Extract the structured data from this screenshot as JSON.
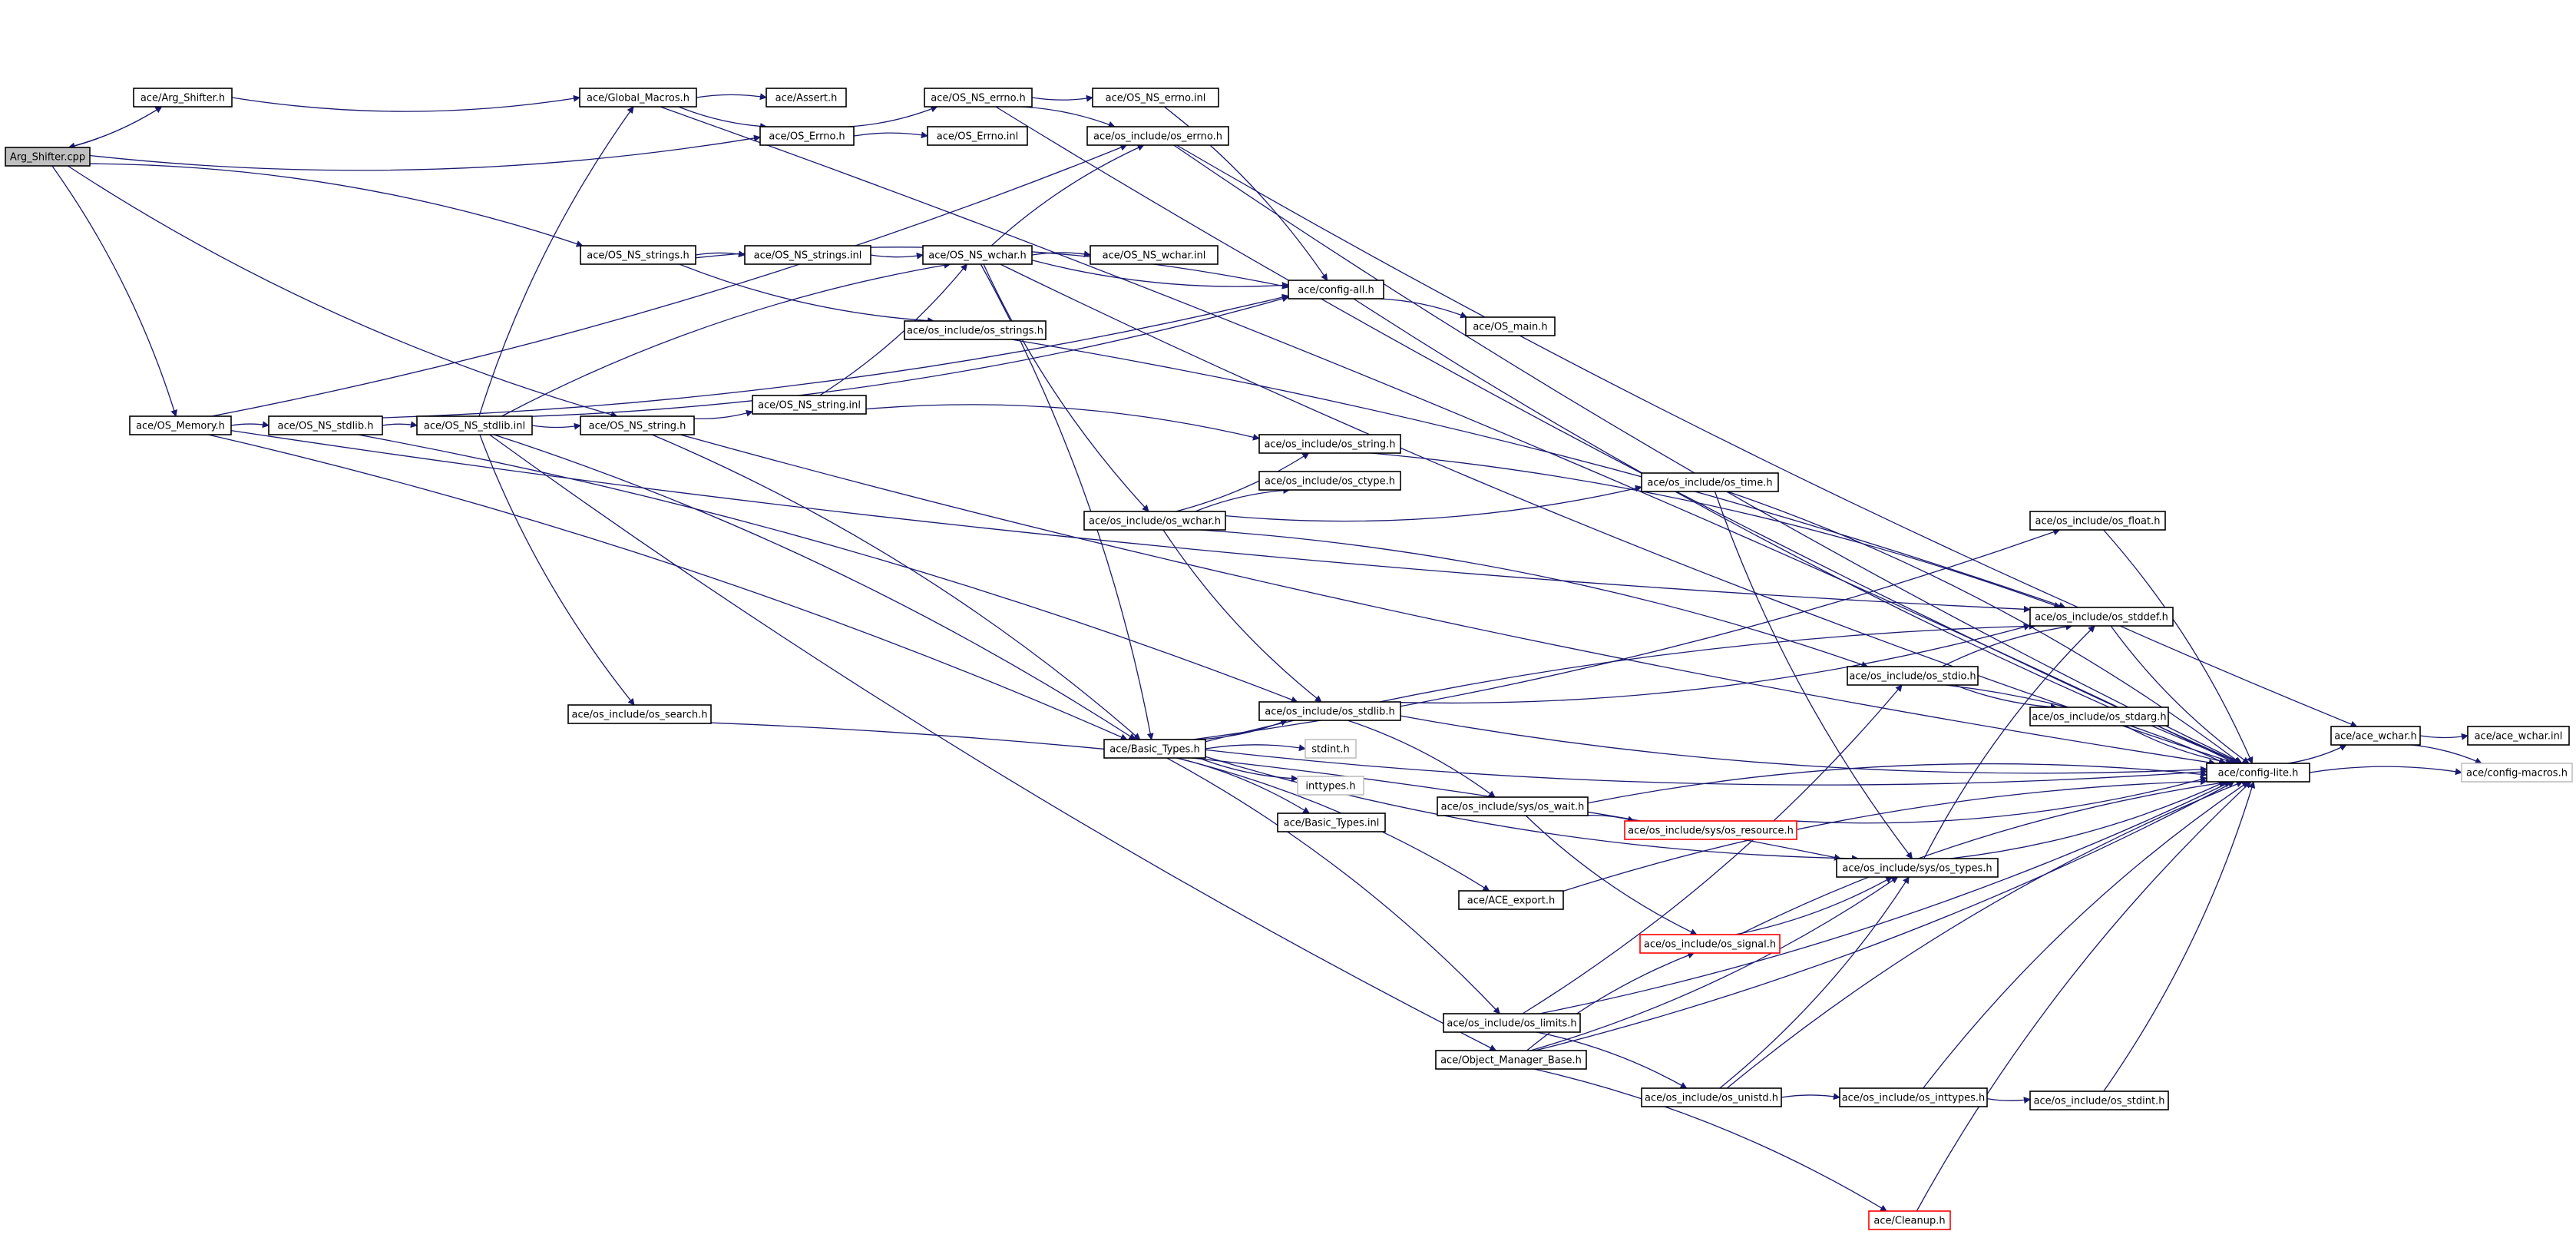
{
  "graph": {
    "title": "",
    "colors": {
      "edge": "#191970",
      "node_border": "#000000",
      "incomplete_border": "#ff0000",
      "external_border": "#bfbfbf",
      "root_fill": "#bfbfbf"
    },
    "nodes": [
      {
        "id": "arg_shifter_cpp",
        "label": "Arg_Shifter.cpp",
        "kind": "root"
      },
      {
        "id": "arg_shifter_h",
        "label": "ace/Arg_Shifter.h",
        "kind": "normal"
      },
      {
        "id": "os_memory_h",
        "label": "ace/OS_Memory.h",
        "kind": "normal"
      },
      {
        "id": "os_ns_stdlib_h",
        "label": "ace/OS_NS_stdlib.h",
        "kind": "normal"
      },
      {
        "id": "os_ns_stdlib_inl",
        "label": "ace/OS_NS_stdlib.inl",
        "kind": "normal"
      },
      {
        "id": "global_macros_h",
        "label": "ace/Global_Macros.h",
        "kind": "normal"
      },
      {
        "id": "assert_h",
        "label": "ace/Assert.h",
        "kind": "normal"
      },
      {
        "id": "os_errno_h",
        "label": "ace/OS_Errno.h",
        "kind": "normal"
      },
      {
        "id": "os_errno_inl",
        "label": "ace/OS_Errno.inl",
        "kind": "normal"
      },
      {
        "id": "os_ns_errno_h",
        "label": "ace/OS_NS_errno.h",
        "kind": "normal"
      },
      {
        "id": "os_ns_errno_inl",
        "label": "ace/OS_NS_errno.inl",
        "kind": "normal"
      },
      {
        "id": "os_include_os_errno_h",
        "label": "ace/os_include/os_errno.h",
        "kind": "normal"
      },
      {
        "id": "os_ns_strings_h",
        "label": "ace/OS_NS_strings.h",
        "kind": "normal"
      },
      {
        "id": "os_ns_strings_inl",
        "label": "ace/OS_NS_strings.inl",
        "kind": "normal"
      },
      {
        "id": "os_ns_wchar_h",
        "label": "ace/OS_NS_wchar.h",
        "kind": "normal"
      },
      {
        "id": "os_ns_wchar_inl",
        "label": "ace/OS_NS_wchar.inl",
        "kind": "normal"
      },
      {
        "id": "config_all_h",
        "label": "ace/config-all.h",
        "kind": "normal"
      },
      {
        "id": "os_main_h",
        "label": "ace/OS_main.h",
        "kind": "normal"
      },
      {
        "id": "os_include_os_strings_h",
        "label": "ace/os_include/os_strings.h",
        "kind": "normal"
      },
      {
        "id": "os_ns_string_h",
        "label": "ace/OS_NS_string.h",
        "kind": "normal"
      },
      {
        "id": "os_ns_string_inl",
        "label": "ace/OS_NS_string.inl",
        "kind": "normal"
      },
      {
        "id": "os_include_os_string_h",
        "label": "ace/os_include/os_string.h",
        "kind": "normal"
      },
      {
        "id": "os_include_os_ctype_h",
        "label": "ace/os_include/os_ctype.h",
        "kind": "normal"
      },
      {
        "id": "os_include_os_wchar_h",
        "label": "ace/os_include/os_wchar.h",
        "kind": "normal"
      },
      {
        "id": "os_include_os_time_h",
        "label": "ace/os_include/os_time.h",
        "kind": "normal"
      },
      {
        "id": "os_include_os_float_h",
        "label": "ace/os_include/os_float.h",
        "kind": "normal"
      },
      {
        "id": "os_include_os_stddef_h",
        "label": "ace/os_include/os_stddef.h",
        "kind": "normal"
      },
      {
        "id": "os_include_os_stdio_h",
        "label": "ace/os_include/os_stdio.h",
        "kind": "normal"
      },
      {
        "id": "os_include_os_stdarg_h",
        "label": "ace/os_include/os_stdarg.h",
        "kind": "normal"
      },
      {
        "id": "os_include_os_search_h",
        "label": "ace/os_include/os_search.h",
        "kind": "normal"
      },
      {
        "id": "os_include_os_stdlib_h",
        "label": "ace/os_include/os_stdlib.h",
        "kind": "normal"
      },
      {
        "id": "basic_types_h",
        "label": "ace/Basic_Types.h",
        "kind": "normal"
      },
      {
        "id": "stdint_h",
        "label": "stdint.h",
        "kind": "external"
      },
      {
        "id": "inttypes_h",
        "label": "inttypes.h",
        "kind": "external"
      },
      {
        "id": "basic_types_inl",
        "label": "ace/Basic_Types.inl",
        "kind": "normal"
      },
      {
        "id": "os_include_sys_os_wait_h",
        "label": "ace/os_include/sys/os_wait.h",
        "kind": "normal"
      },
      {
        "id": "os_include_sys_os_resource_h",
        "label": "ace/os_include/sys/os_resource.h",
        "kind": "incomplete"
      },
      {
        "id": "os_include_sys_os_types_h",
        "label": "ace/os_include/sys/os_types.h",
        "kind": "normal"
      },
      {
        "id": "ace_export_h",
        "label": "ace/ACE_export.h",
        "kind": "normal"
      },
      {
        "id": "os_include_os_signal_h",
        "label": "ace/os_include/os_signal.h",
        "kind": "incomplete"
      },
      {
        "id": "os_include_os_limits_h",
        "label": "ace/os_include/os_limits.h",
        "kind": "normal"
      },
      {
        "id": "object_manager_base_h",
        "label": "ace/Object_Manager_Base.h",
        "kind": "normal"
      },
      {
        "id": "os_include_os_unistd_h",
        "label": "ace/os_include/os_unistd.h",
        "kind": "normal"
      },
      {
        "id": "os_include_os_inttypes_h",
        "label": "ace/os_include/os_inttypes.h",
        "kind": "normal"
      },
      {
        "id": "os_include_os_stdint_h",
        "label": "ace/os_include/os_stdint.h",
        "kind": "normal"
      },
      {
        "id": "cleanup_h",
        "label": "ace/Cleanup.h",
        "kind": "incomplete"
      },
      {
        "id": "config_lite_h",
        "label": "ace/config-lite.h",
        "kind": "normal"
      },
      {
        "id": "ace_wchar_h",
        "label": "ace/ace_wchar.h",
        "kind": "normal"
      },
      {
        "id": "ace_wchar_inl",
        "label": "ace/ace_wchar.inl",
        "kind": "normal"
      },
      {
        "id": "config_macros_h",
        "label": "ace/config-macros.h",
        "kind": "external"
      }
    ],
    "edges": [
      [
        "arg_shifter_cpp",
        "arg_shifter_h"
      ],
      [
        "arg_shifter_h",
        "arg_shifter_cpp"
      ],
      [
        "arg_shifter_cpp",
        "os_errno_h"
      ],
      [
        "arg_shifter_cpp",
        "os_ns_strings_h"
      ],
      [
        "arg_shifter_cpp",
        "os_ns_string_h"
      ],
      [
        "arg_shifter_cpp",
        "os_memory_h"
      ],
      [
        "arg_shifter_h",
        "global_macros_h"
      ],
      [
        "global_macros_h",
        "assert_h"
      ],
      [
        "global_macros_h",
        "os_errno_h"
      ],
      [
        "global_macros_h",
        "config_lite_h"
      ],
      [
        "os_errno_h",
        "os_ns_errno_h"
      ],
      [
        "os_errno_h",
        "os_errno_inl"
      ],
      [
        "os_ns_errno_h",
        "os_ns_errno_inl"
      ],
      [
        "os_ns_errno_h",
        "os_include_os_errno_h"
      ],
      [
        "os_ns_errno_h",
        "config_lite_h"
      ],
      [
        "os_ns_errno_inl",
        "config_all_h"
      ],
      [
        "os_include_os_errno_h",
        "config_lite_h"
      ],
      [
        "os_memory_h",
        "os_ns_stdlib_h"
      ],
      [
        "os_memory_h",
        "os_include_os_errno_h"
      ],
      [
        "os_memory_h",
        "basic_types_h"
      ],
      [
        "os_memory_h",
        "os_include_os_stddef_h"
      ],
      [
        "os_ns_stdlib_h",
        "os_ns_stdlib_inl"
      ],
      [
        "os_ns_stdlib_h",
        "config_all_h"
      ],
      [
        "os_ns_stdlib_h",
        "os_include_os_stdlib_h"
      ],
      [
        "os_ns_stdlib_inl",
        "os_ns_string_h"
      ],
      [
        "os_ns_stdlib_inl",
        "global_macros_h"
      ],
      [
        "os_ns_stdlib_inl",
        "config_all_h"
      ],
      [
        "os_ns_stdlib_inl",
        "os_ns_wchar_h"
      ],
      [
        "os_ns_stdlib_inl",
        "os_include_os_search_h"
      ],
      [
        "os_ns_stdlib_inl",
        "basic_types_h"
      ],
      [
        "os_ns_stdlib_inl",
        "object_manager_base_h"
      ],
      [
        "os_ns_strings_h",
        "os_ns_strings_inl"
      ],
      [
        "os_ns_strings_h",
        "os_include_os_strings_h"
      ],
      [
        "os_ns_strings_h",
        "config_all_h"
      ],
      [
        "os_ns_strings_inl",
        "os_ns_wchar_h"
      ],
      [
        "os_ns_wchar_h",
        "os_ns_wchar_inl"
      ],
      [
        "os_ns_wchar_h",
        "config_all_h"
      ],
      [
        "os_ns_wchar_h",
        "os_include_os_errno_h"
      ],
      [
        "os_ns_wchar_h",
        "os_include_os_wchar_h"
      ],
      [
        "os_ns_wchar_h",
        "basic_types_h"
      ],
      [
        "os_ns_wchar_h",
        "config_lite_h"
      ],
      [
        "config_all_h",
        "os_main_h"
      ],
      [
        "config_all_h",
        "config_lite_h"
      ],
      [
        "os_include_os_strings_h",
        "os_include_os_stddef_h"
      ],
      [
        "os_ns_string_h",
        "os_ns_string_inl"
      ],
      [
        "os_ns_string_h",
        "basic_types_h"
      ],
      [
        "os_ns_string_h",
        "config_lite_h"
      ],
      [
        "os_ns_string_inl",
        "os_include_os_string_h"
      ],
      [
        "os_ns_string_inl",
        "os_ns_wchar_h"
      ],
      [
        "os_include_os_string_h",
        "os_include_os_stddef_h"
      ],
      [
        "os_include_os_wchar_h",
        "os_include_os_string_h"
      ],
      [
        "os_include_os_wchar_h",
        "os_include_os_ctype_h"
      ],
      [
        "os_include_os_wchar_h",
        "os_include_os_time_h"
      ],
      [
        "os_include_os_wchar_h",
        "os_include_os_stdio_h"
      ],
      [
        "os_include_os_wchar_h",
        "os_include_os_stdlib_h"
      ],
      [
        "os_include_os_time_h",
        "config_lite_h"
      ],
      [
        "os_include_os_time_h",
        "os_include_sys_os_types_h"
      ],
      [
        "os_include_os_float_h",
        "config_lite_h"
      ],
      [
        "os_include_os_stddef_h",
        "config_lite_h"
      ],
      [
        "os_include_os_stdio_h",
        "os_include_os_stddef_h"
      ],
      [
        "os_include_os_stdio_h",
        "os_include_os_stdarg_h"
      ],
      [
        "os_include_os_stdio_h",
        "config_lite_h"
      ],
      [
        "os_include_os_stdarg_h",
        "config_lite_h"
      ],
      [
        "os_include_os_search_h",
        "os_include_sys_os_types_h"
      ],
      [
        "os_include_os_stdlib_h",
        "os_include_os_stddef_h"
      ],
      [
        "os_include_os_stdlib_h",
        "os_include_sys_os_wait_h"
      ],
      [
        "os_include_os_stdlib_h",
        "config_lite_h"
      ],
      [
        "basic_types_h",
        "stdint_h"
      ],
      [
        "basic_types_h",
        "inttypes_h"
      ],
      [
        "basic_types_h",
        "basic_types_inl"
      ],
      [
        "basic_types_h",
        "os_include_os_float_h"
      ],
      [
        "basic_types_h",
        "os_include_os_stddef_h"
      ],
      [
        "basic_types_h",
        "os_include_os_stdlib_h"
      ],
      [
        "basic_types_h",
        "ace_export_h"
      ],
      [
        "basic_types_h",
        "os_include_sys_os_types_h"
      ],
      [
        "basic_types_h",
        "os_include_os_limits_h"
      ],
      [
        "basic_types_h",
        "config_lite_h"
      ],
      [
        "os_include_sys_os_wait_h",
        "os_include_sys_os_resource_h"
      ],
      [
        "os_include_sys_os_wait_h",
        "os_include_os_signal_h"
      ],
      [
        "os_include_sys_os_wait_h",
        "config_lite_h"
      ],
      [
        "os_include_sys_os_resource_h",
        "config_lite_h"
      ],
      [
        "os_include_sys_os_types_h",
        "os_include_os_stddef_h"
      ],
      [
        "os_include_sys_os_types_h",
        "config_lite_h"
      ],
      [
        "ace_export_h",
        "config_lite_h"
      ],
      [
        "os_include_os_signal_h",
        "os_include_sys_os_types_h"
      ],
      [
        "os_include_os_signal_h",
        "config_lite_h"
      ],
      [
        "os_include_os_limits_h",
        "os_include_os_stdio_h"
      ],
      [
        "os_include_os_limits_h",
        "os_include_os_unistd_h"
      ],
      [
        "os_include_os_limits_h",
        "config_lite_h"
      ],
      [
        "object_manager_base_h",
        "os_include_os_signal_h"
      ],
      [
        "object_manager_base_h",
        "os_include_sys_os_types_h"
      ],
      [
        "object_manager_base_h",
        "cleanup_h"
      ],
      [
        "object_manager_base_h",
        "config_lite_h"
      ],
      [
        "os_include_os_unistd_h",
        "os_include_os_inttypes_h"
      ],
      [
        "os_include_os_unistd_h",
        "os_include_sys_os_types_h"
      ],
      [
        "os_include_os_unistd_h",
        "config_lite_h"
      ],
      [
        "os_include_os_inttypes_h",
        "os_include_os_stdint_h"
      ],
      [
        "os_include_os_inttypes_h",
        "config_lite_h"
      ],
      [
        "os_include_os_stdint_h",
        "config_lite_h"
      ],
      [
        "cleanup_h",
        "config_lite_h"
      ],
      [
        "config_lite_h",
        "ace_wchar_h"
      ],
      [
        "config_lite_h",
        "config_macros_h"
      ],
      [
        "ace_wchar_h",
        "ace_wchar_inl"
      ],
      [
        "ace_wchar_h",
        "config_macros_h"
      ],
      [
        "os_include_os_errno_h",
        "ace_wchar_h"
      ]
    ]
  }
}
